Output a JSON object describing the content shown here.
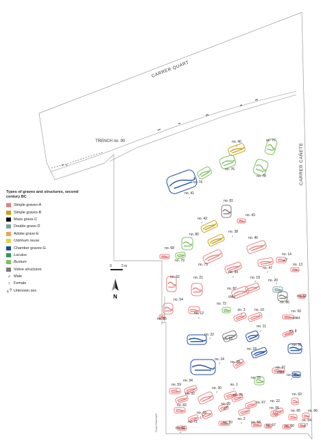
{
  "map": {
    "streets": [
      "CARRER QUART",
      "CARRER CAÑETE"
    ],
    "trench_label": "TRENCH no. 90",
    "credit": "Grupo Paleolab®"
  },
  "legend": {
    "title": "Types of graves and structures, second century BC",
    "items": [
      {
        "label": "Simple graves-A",
        "color": "#e87f7f",
        "italic": false
      },
      {
        "label": "Simple graves-B",
        "color": "#c9a21a",
        "italic": false
      },
      {
        "label": "Mass grave-C",
        "color": "#111111",
        "italic": false
      },
      {
        "label": "Double grave-D",
        "color": "#78a3a6",
        "italic": false
      },
      {
        "label": "Adobe grave-E",
        "color": "#f0a055",
        "italic": false
      },
      {
        "label": "Ustrinum reuse",
        "color": "#e3d531",
        "italic": true
      },
      {
        "label": "Chamber graves-G",
        "color": "#1d4aa0",
        "italic": false
      },
      {
        "label": "Loculus",
        "color": "#2f9b55",
        "italic": true
      },
      {
        "label": "Bustum",
        "color": "#7ebf5f",
        "italic": true
      },
      {
        "label": "Votive structures",
        "color": "#7a7a7a",
        "italic": false
      }
    ],
    "sex_items": [
      {
        "symbol": "♂",
        "label": "Male"
      },
      {
        "symbol": "♀",
        "label": "Female"
      },
      {
        "symbol": "¿?",
        "label": "Unknown sex"
      }
    ]
  },
  "scale": {
    "zero": "0",
    "length": "2 m"
  },
  "north": "N",
  "graves": [
    {
      "id": "no. 40",
      "sex": "♂",
      "type": "Simple graves-B"
    },
    {
      "id": "no. 77",
      "sex": "",
      "type": "Bustum"
    },
    {
      "id": "no. 76",
      "sex": "",
      "type": "Bustum"
    },
    {
      "id": "no. 78",
      "sex": "",
      "type": "Bustum"
    },
    {
      "id": "no. 74",
      "sex": "",
      "type": "Bustum"
    },
    {
      "id": "no. 41",
      "sex": "♂",
      "type": "Chamber graves-G"
    },
    {
      "id": "no. 81",
      "sex": "",
      "type": "Votive structures"
    },
    {
      "id": "no. 43",
      "sex": "",
      "type": "Simple graves-A"
    },
    {
      "id": "no. 42",
      "sex": "♂",
      "type": "Simple graves-B"
    },
    {
      "id": "no. 38",
      "sex": "♂",
      "type": "Simple graves-B"
    },
    {
      "id": "no. 80",
      "sex": "",
      "type": "Bustum"
    },
    {
      "id": "no. 46",
      "sex": "",
      "type": "Simple graves-A"
    },
    {
      "id": "no. 79",
      "sex": "",
      "type": "Bustum"
    },
    {
      "id": "no. 73",
      "sex": "",
      "type": "Simple graves-A"
    },
    {
      "id": "no. 68",
      "sex": "",
      "type": "Simple graves-A"
    },
    {
      "id": "no. 14",
      "sex": "¿?",
      "type": "Simple graves-A"
    },
    {
      "id": "no. 47",
      "sex": "♂",
      "type": "Simple graves-A"
    },
    {
      "id": "no. 13",
      "sex": "♂",
      "type": "Simple graves-A"
    },
    {
      "id": "no. 49",
      "sex": "♀",
      "type": "Simple graves-A"
    },
    {
      "id": "no. 62",
      "sex": "",
      "type": "Simple graves-A"
    },
    {
      "id": "no. 21",
      "sex": "",
      "type": "Simple graves-A"
    },
    {
      "id": "no. 19",
      "sex": "♂",
      "type": "Simple graves-A"
    },
    {
      "id": "no. 20",
      "sex": "♂",
      "type": "Double grave-D"
    },
    {
      "id": "no. 87",
      "sex": "",
      "type": "Simple graves-A"
    },
    {
      "id": "child",
      "sex": "",
      "type": "Simple graves-A"
    },
    {
      "id": "no. 86",
      "sex": "",
      "type": "Votive structures"
    },
    {
      "id": "no. 52",
      "sex": "",
      "type": "Simple graves-A"
    },
    {
      "id": "no. 54",
      "sex": "",
      "type": "Simple graves-A"
    },
    {
      "id": "no. 72",
      "sex": "",
      "type": "Bustum"
    },
    {
      "id": "no. 12",
      "sex": "♀",
      "type": "Simple graves-A"
    },
    {
      "id": "no. 3",
      "sex": "♀",
      "type": "Simple graves-A"
    },
    {
      "id": "no. 10",
      "sex": "♂",
      "type": "Simple graves-A"
    },
    {
      "id": "no. 50",
      "sex": "",
      "type": "Simple graves-A"
    },
    {
      "id": "child",
      "sex": "",
      "type": "Simple graves-A"
    },
    {
      "id": "no. 55",
      "sex": "♀",
      "type": "Simple graves-A"
    },
    {
      "id": "no. 11",
      "sex": "♂",
      "type": "Chamber graves-G"
    },
    {
      "id": "no. 8",
      "sex": "♂",
      "type": "Simple graves-A"
    },
    {
      "id": "no. 22",
      "sex": "♂",
      "type": "Chamber graves-G"
    },
    {
      "id": "no. 15",
      "sex": "",
      "type": "Votive structures"
    },
    {
      "id": "no. 31",
      "sex": "",
      "type": "Chamber graves-G"
    },
    {
      "id": "no. 18",
      "sex": "♂",
      "type": "Chamber graves-G"
    },
    {
      "id": "no. 24",
      "sex": "♂",
      "type": "Chamber graves-G"
    },
    {
      "id": "no. 28",
      "sex": "",
      "type": "Simple graves-A"
    },
    {
      "id": "no. 27",
      "sex": "child",
      "type": "Simple graves-A"
    },
    {
      "id": "no. 29",
      "sex": "♂",
      "type": "Chamber graves-G"
    },
    {
      "id": "no. 23",
      "sex": "",
      "type": "Bustum"
    },
    {
      "id": "no. 34",
      "sex": "",
      "type": "Simple graves-A"
    },
    {
      "id": "no. 59",
      "sex": "♀",
      "type": "Simple graves-A"
    },
    {
      "id": "no. 32",
      "sex": "",
      "type": "Simple graves-A"
    },
    {
      "id": "no. 30",
      "sex": "♂",
      "type": "Simple graves-A"
    },
    {
      "id": "no. 1",
      "sex": "♂",
      "type": "Simple graves-A"
    },
    {
      "id": "no. 83",
      "sex": "",
      "type": "Simple graves-A"
    },
    {
      "id": "no. 26",
      "sex": "",
      "type": "Simple graves-A"
    },
    {
      "id": "no. 67",
      "sex": "",
      "type": "Simple graves-A"
    },
    {
      "id": "no. 25",
      "sex": "¿?",
      "type": "Simple graves-A"
    },
    {
      "id": "no. 2",
      "sex": "♀",
      "type": "Simple graves-A"
    },
    {
      "id": "no. 22",
      "sex": "",
      "type": "Simple graves-A"
    },
    {
      "id": "no. 63",
      "sex": "",
      "type": "Simple graves-A"
    },
    {
      "id": "no. 56",
      "sex": "",
      "type": "Simple graves-A"
    },
    {
      "id": "no. 33",
      "sex": "¿?",
      "type": "Simple graves-A"
    },
    {
      "id": "no. 71",
      "sex": "",
      "type": "Simple graves-A"
    },
    {
      "id": "no. 65",
      "sex": "",
      "type": "Simple graves-A"
    },
    {
      "id": "no. 66",
      "sex": "",
      "type": "Simple graves-A"
    },
    {
      "id": "no. 70",
      "sex": "",
      "type": "Simple graves-A"
    },
    {
      "id": "no. 58",
      "sex": "",
      "type": "Simple graves-A"
    },
    {
      "id": "no. 57",
      "sex": "",
      "type": "Simple graves-A"
    },
    {
      "id": "no. 60",
      "sex": "",
      "type": "Simple graves-A"
    },
    {
      "id": "no. 64",
      "sex": "¿?",
      "type": "Simple graves-A"
    },
    {
      "id": "no. 69",
      "sex": "♂",
      "type": "Simple graves-A"
    }
  ]
}
